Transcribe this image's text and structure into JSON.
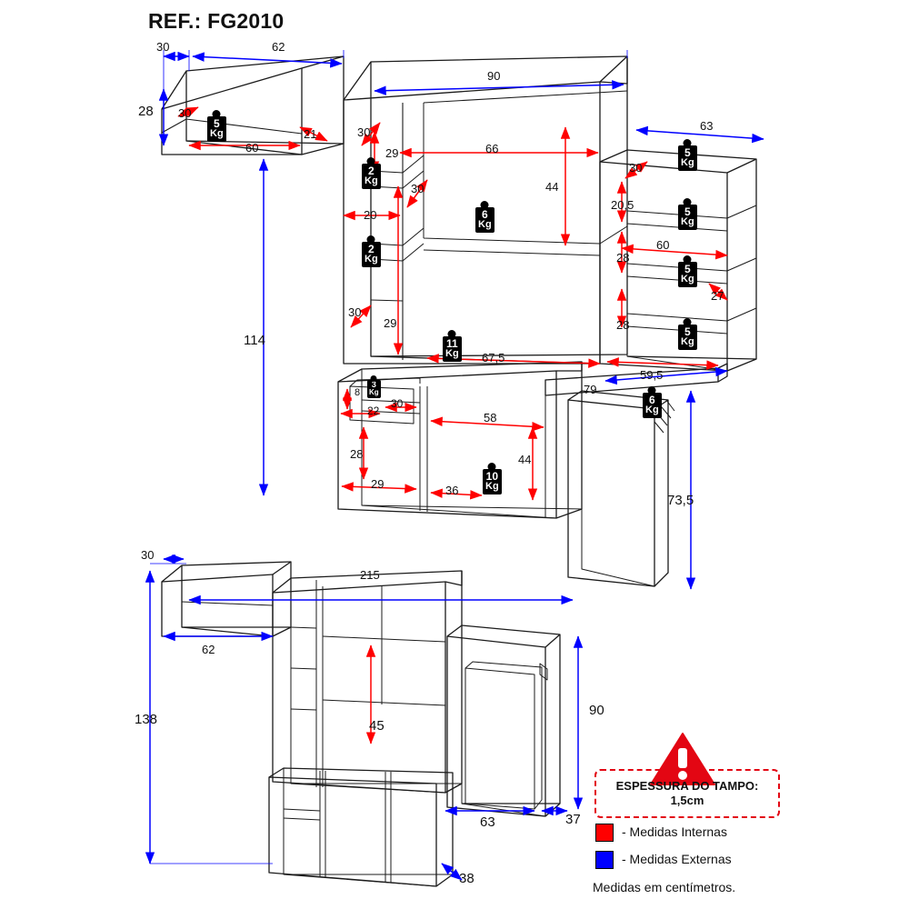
{
  "title": "REF.: FG2010",
  "legend": {
    "internal_label": "- Medidas Internas",
    "external_label": "- Medidas Externas",
    "units_note": "Medidas em centímetros.",
    "internal_color": "#ff0000",
    "external_color": "#0000ff"
  },
  "warning": {
    "icon": "exclamation-icon",
    "line1": "ESPESSURA DO TAMPO:",
    "line2": "1,5cm"
  },
  "top_view": {
    "dims": {
      "d30_top_left": "30",
      "d62_top": "62",
      "d90_top": "90",
      "d63_right": "63",
      "d28_left": "28",
      "d30_left_inner": "30",
      "d60_upper_left": "60",
      "d21_upper_left": "21",
      "d30_col_a": "30",
      "d29_col_a": "29",
      "d30_col_b": "30",
      "d20_col": "20",
      "d30_col_c": "30",
      "d29_col_d": "29",
      "d66_center": "66",
      "d44_center": "44",
      "d114_left": "114",
      "d30_right_small": "30",
      "d20_5_right": "20,5",
      "d60_right": "60",
      "d28_right_a": "28",
      "d27_right": "27",
      "d28_right_b": "28",
      "d67_5_bottom": "67,5",
      "d59_5_bottom": "59,5",
      "d79_bottom": "79",
      "d8_small": "8",
      "d22_small": "22",
      "d30_small": "30",
      "d58_mid": "58",
      "d28_lower_left": "28",
      "d29_lower_left": "29",
      "d36_lower": "36",
      "d44_lower": "44",
      "d73_5_right": "73,5"
    },
    "weights": [
      {
        "value": "5",
        "unit": "Kg"
      },
      {
        "value": "2",
        "unit": "Kg"
      },
      {
        "value": "2",
        "unit": "Kg"
      },
      {
        "value": "6",
        "unit": "Kg"
      },
      {
        "value": "11",
        "unit": "Kg"
      },
      {
        "value": "5",
        "unit": "Kg"
      },
      {
        "value": "5",
        "unit": "Kg"
      },
      {
        "value": "5",
        "unit": "Kg"
      },
      {
        "value": "5",
        "unit": "Kg"
      },
      {
        "value": "6",
        "unit": "Kg"
      },
      {
        "value": "3",
        "unit": "Kg"
      },
      {
        "value": "10",
        "unit": "Kg"
      }
    ]
  },
  "bottom_view": {
    "dims": {
      "d30": "30",
      "d215": "215",
      "d62": "62",
      "d138": "138",
      "d45": "45",
      "d90": "90",
      "d63": "63",
      "d37": "37",
      "d38": "38"
    }
  }
}
